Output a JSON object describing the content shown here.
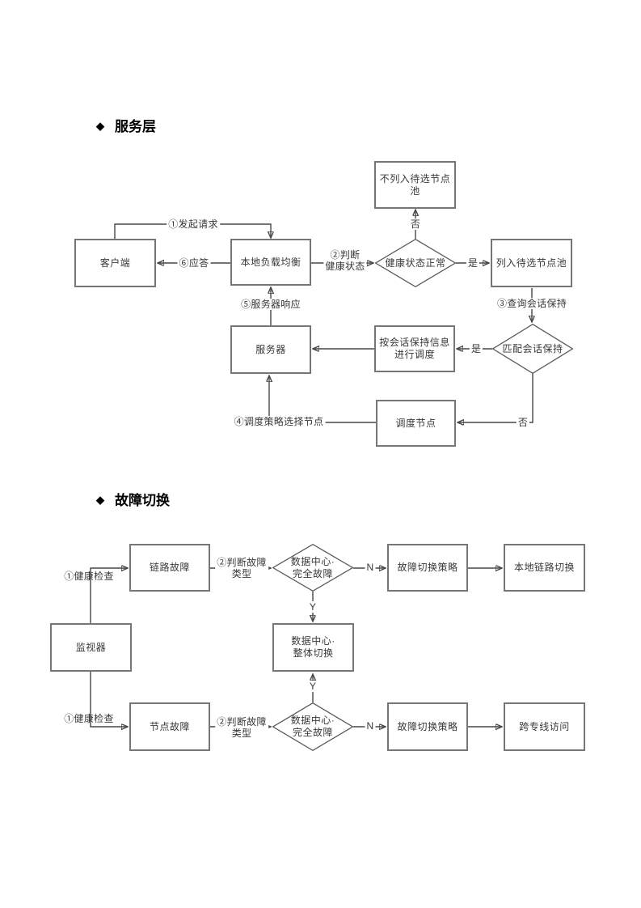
{
  "colors": {
    "line": "#474747",
    "box_border": "#767676",
    "text": "#383838",
    "heading": "#000000"
  },
  "sections": [
    {
      "bullet": "◆",
      "title": "服务层"
    },
    {
      "bullet": "◆",
      "title": "故障切换"
    }
  ],
  "service_layer": {
    "nodes": {
      "not_listed_pool": "不列入待选节点池",
      "client": "客户端",
      "local_lb": "本地负载均衡",
      "health_status_normal": "健康状态正常",
      "listed_pool": "列入待选节点池",
      "match_session_keep": "匹配会话保持",
      "schedule_by_session": "按会话保持信息\n进行调度",
      "server": "服务器",
      "schedule_node": "调度节点"
    },
    "edge_labels": {
      "initiate_request": "①发起请求",
      "reply": "⑥应答",
      "judge_health": "②判断\n健康状态",
      "no_to_pool": "否",
      "yes_to_pool": "是",
      "query_session_keep": "③查询会话保持",
      "yes_match": "是",
      "server_response": "⑤服务器响应",
      "schedule_strategy_select": "④调度策略选择节点",
      "no_match": "否"
    }
  },
  "failover": {
    "nodes": {
      "link_failure": "链路故障",
      "dc_full_failure_top": "数据中心·\n完全故障",
      "failover_strategy_top": "故障切换策略",
      "local_link_switch": "本地链路切换",
      "monitor": "监视器",
      "dc_overall_switch": "数据中心·\n整体切换",
      "node_failure": "节点故障",
      "dc_full_failure_bottom": "数据中心·\n完全故障",
      "failover_strategy_bottom": "故障切换策略",
      "cross_line_access": "跨专线访问"
    },
    "edge_labels": {
      "health_check_top": "①健康检查",
      "judge_fault_type_top": "②判断故障\n类型",
      "n_top": "N",
      "y_top": "Y",
      "y_bottom": "Y",
      "health_check_bottom": "①健康检查",
      "judge_fault_type_bottom": "②判断故障\n类型",
      "n_bottom": "N"
    }
  }
}
